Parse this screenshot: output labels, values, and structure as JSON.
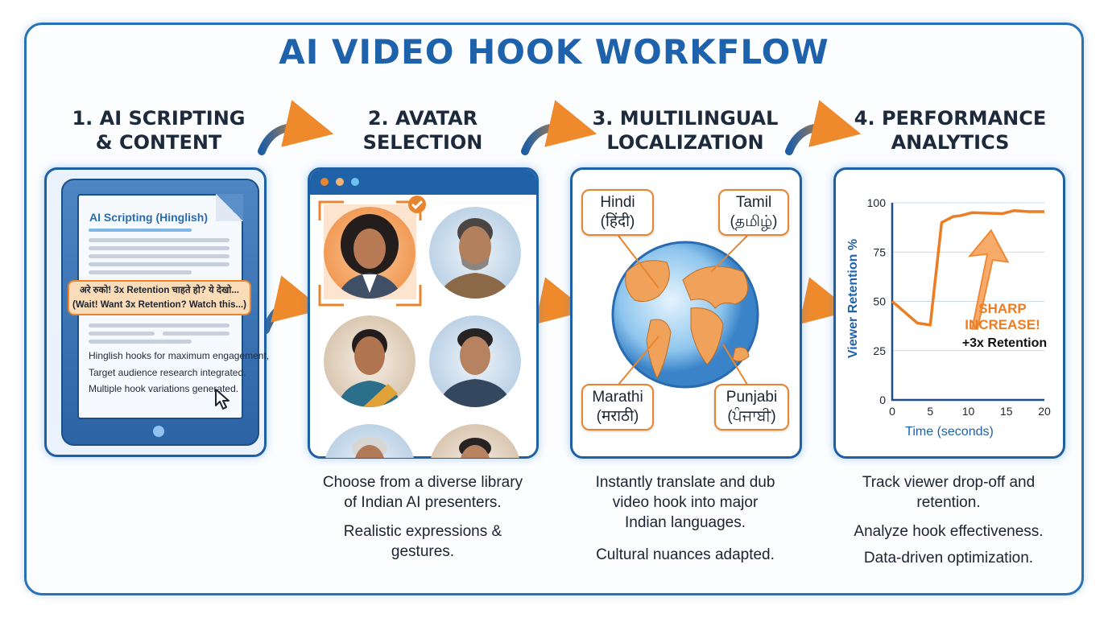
{
  "title": "AI VIDEO HOOK WORKFLOW",
  "steps": [
    {
      "h1": "1. AI SCRIPTING",
      "h2": "& CONTENT"
    },
    {
      "h1": "2. AVATAR",
      "h2": "SELECTION"
    },
    {
      "h1": "3. MULTILINGUAL",
      "h2": "LOCALIZATION"
    },
    {
      "h1": "4. PERFORMANCE",
      "h2": "ANALYTICS"
    }
  ],
  "scripting": {
    "doc_title": "AI Scripting (Hinglish)",
    "hook_hindi": "अरे रुको! 3x Retention चाहते हो? ये देखो...",
    "hook_english": "(Wait! Want 3x Retention? Watch this...)",
    "points": [
      "Hinglish hooks for maximum engagement,",
      "Target audience research integrated.",
      "Multiple hook variations generated."
    ],
    "icons": [
      "document-icon",
      "cursor-icon",
      "home-button-icon"
    ]
  },
  "avatars": {
    "selected_index": 0,
    "items": [
      "woman-curly-hair-blazer",
      "man-beard-nehru-jacket",
      "woman-saree",
      "young-man-hoodie",
      "older-man",
      "man"
    ],
    "window_dots": [
      "#e8852e",
      "#f2b27a",
      "#6cc3ef"
    ],
    "desc": [
      "Choose from a diverse library",
      "of Indian AI presenters."
    ],
    "desc2": [
      "Realistic expressions &",
      "gestures."
    ]
  },
  "localization": {
    "languages": [
      {
        "name": "Hindi",
        "native": "(हिंदी)"
      },
      {
        "name": "Tamil",
        "native": "(தமிழ்)"
      },
      {
        "name": "Marathi",
        "native": "(मराठी)"
      },
      {
        "name": "Punjabi",
        "native": "(ਪੰਜਾਬੀ)"
      }
    ],
    "desc": [
      "Instantly translate and dub",
      "video hook into major",
      "Indian languages."
    ],
    "desc2": "Cultural nuances adapted."
  },
  "analytics": {
    "desc": [
      "Track viewer drop-off and",
      "retention."
    ],
    "desc2": "Analyze hook effectiveness.",
    "desc3": "Data-driven optimization."
  },
  "chart_data": {
    "type": "line",
    "xlabel": "Time (seconds)",
    "ylabel": "Viewer Retention %",
    "xlim": [
      0,
      20
    ],
    "ylim": [
      0,
      100
    ],
    "xticks": [
      "0",
      "5",
      "10",
      "15",
      "20"
    ],
    "yticks": [
      "0",
      "25",
      "50",
      "75",
      "100"
    ],
    "grid": true,
    "x": [
      0,
      3.3,
      5,
      6.5,
      8,
      9,
      10.5,
      14.5,
      16,
      18,
      20
    ],
    "y": [
      50,
      39,
      38,
      90,
      93,
      93.5,
      95,
      94.5,
      96,
      95.5,
      95.5
    ],
    "annotation": {
      "line1": "SHARP",
      "line2": "INCREASE!",
      "line3": "+3x Retention"
    },
    "series_color": "#ec7d22"
  },
  "colors": {
    "primary": "#1e62ab",
    "accent": "#ec7d22"
  }
}
